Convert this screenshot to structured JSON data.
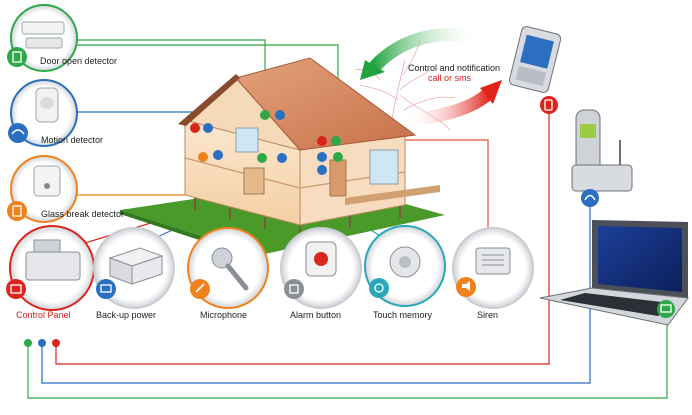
{
  "devices": {
    "door": {
      "label": "Door open detector",
      "icon": "door-icon"
    },
    "motion": {
      "label": "Motion detector",
      "icon": "motion-sensor-icon"
    },
    "glass": {
      "label": "Glass break detector",
      "icon": "glass-break-icon"
    },
    "control_panel": {
      "label": "Control Panel",
      "icon": "control-panel-icon"
    },
    "backup": {
      "label": "Back-up power",
      "icon": "battery-icon"
    },
    "microphone": {
      "label": "Microphone",
      "icon": "microphone-icon"
    },
    "alarm": {
      "label": "Alarm button",
      "icon": "alarm-button-icon"
    },
    "touch": {
      "label": "Touch memory",
      "icon": "touch-memory-icon"
    },
    "siren": {
      "label": "Siren",
      "icon": "siren-icon"
    }
  },
  "notification": {
    "line1": "Control and notification",
    "line2": "call or sms"
  },
  "remote": {
    "phone": "mobile-phone-icon",
    "landline": "landline-phone-icon",
    "laptop": "laptop-icon"
  },
  "colors": {
    "green": "#2fa84a",
    "blue": "#2a6fc0",
    "red": "#d9261c",
    "orange": "#f0821e",
    "gray": "#8a8f96",
    "label_red": "#d21f1f"
  }
}
